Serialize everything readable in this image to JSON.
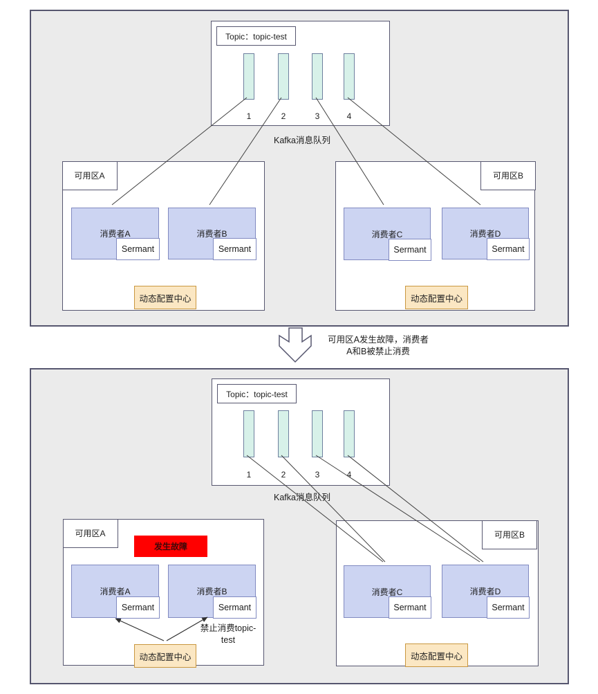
{
  "colors": {
    "section_bg": "#ebebeb",
    "outline": "#56566f",
    "partition_fill": "#d7f1e9",
    "partition_border": "#6e7f9e",
    "consumer_fill": "#ccd4f2",
    "consumer_border": "#8089c0",
    "config_fill": "#fbe7c3",
    "config_border": "#c9973f",
    "fault_fill": "#ff0000",
    "connector": "#404040"
  },
  "transition": {
    "arrow_icon": "down-arrow",
    "note_line1": "可用区A发生故障，消费者",
    "note_line2": "A和B被禁止消费"
  },
  "before": {
    "kafka": {
      "topic": "Topic：topic-test",
      "partitions": [
        "1",
        "2",
        "3",
        "4"
      ],
      "caption": "Kafka消息队列"
    },
    "zone_a": {
      "label": "可用区A",
      "consumers": [
        {
          "name": "消费者A",
          "agent": "Sermant"
        },
        {
          "name": "消费者B",
          "agent": "Sermant"
        }
      ],
      "config_center": "动态配置中心"
    },
    "zone_b": {
      "label": "可用区B",
      "consumers": [
        {
          "name": "消费者C",
          "agent": "Sermant"
        },
        {
          "name": "消费者D",
          "agent": "Sermant"
        }
      ],
      "config_center": "动态配置中心"
    }
  },
  "after": {
    "kafka": {
      "topic": "Topic：topic-test",
      "partitions": [
        "1",
        "2",
        "3",
        "4"
      ],
      "caption": "Kafka消息队列"
    },
    "zone_a": {
      "label": "可用区A",
      "fault": "发生故障",
      "ban_note_line1": "禁止消费topic-",
      "ban_note_line2": "test",
      "consumers": [
        {
          "name": "消费者A",
          "agent": "Sermant"
        },
        {
          "name": "消费者B",
          "agent": "Sermant"
        }
      ],
      "config_center": "动态配置中心"
    },
    "zone_b": {
      "label": "可用区B",
      "consumers": [
        {
          "name": "消费者C",
          "agent": "Sermant"
        },
        {
          "name": "消费者D",
          "agent": "Sermant"
        }
      ],
      "config_center": "动态配置中心"
    }
  }
}
